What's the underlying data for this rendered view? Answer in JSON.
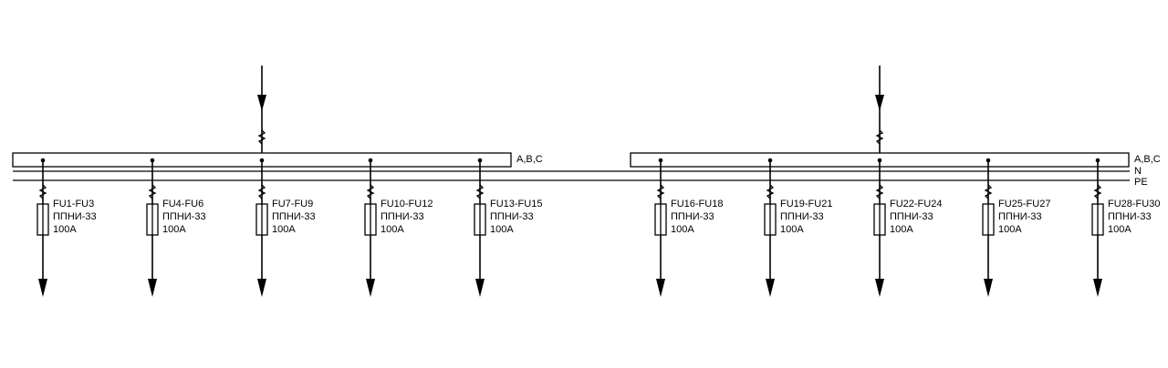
{
  "bus_labels": {
    "phases": "A,B,C",
    "neutral": "N",
    "protective_earth": "PE"
  },
  "feeders": [
    {
      "id": "FU1-FU3",
      "type": "ППНИ-33",
      "rating": "100A"
    },
    {
      "id": "FU4-FU6",
      "type": "ППНИ-33",
      "rating": "100A"
    },
    {
      "id": "FU7-FU9",
      "type": "ППНИ-33",
      "rating": "100A"
    },
    {
      "id": "FU10-FU12",
      "type": "ППНИ-33",
      "rating": "100A"
    },
    {
      "id": "FU13-FU15",
      "type": "ППНИ-33",
      "rating": "100A"
    },
    {
      "id": "FU16-FU18",
      "type": "ППНИ-33",
      "rating": "100A"
    },
    {
      "id": "FU19-FU21",
      "type": "ППНИ-33",
      "rating": "100A"
    },
    {
      "id": "FU22-FU24",
      "type": "ППНИ-33",
      "rating": "100A"
    },
    {
      "id": "FU25-FU27",
      "type": "ППНИ-33",
      "rating": "100A"
    },
    {
      "id": "FU28-FU30",
      "type": "ППНИ-33",
      "rating": "100A"
    }
  ]
}
